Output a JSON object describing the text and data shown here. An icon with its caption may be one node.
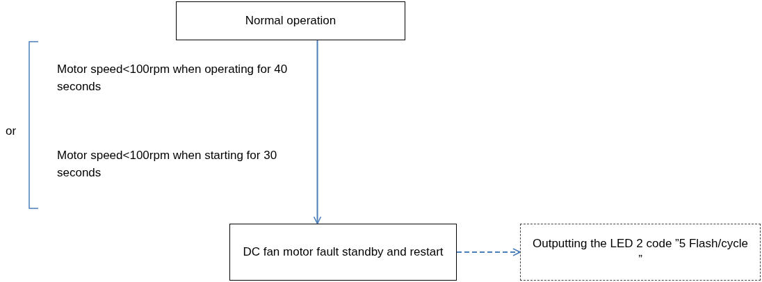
{
  "diagram": {
    "nodes": [
      {
        "text": [
          "Normal operation"
        ]
      },
      {
        "text": [
          "DC fan motor fault standby and restart"
        ]
      },
      {
        "text": [
          "Outputting the LED 2 code ”5 Flash/cycle ”"
        ]
      }
    ],
    "edges": [
      {
        "from": 0,
        "to": 1,
        "arrow": "to",
        "color": "#4a7ebb"
      },
      {
        "from": 1,
        "to": 2,
        "arrow": "to",
        "style": "dashed",
        "color": "#4a7ebb"
      }
    ],
    "labels": [
      "Motor speed<100rpm when operating for 40 seconds",
      "Motor speed<100rpm when starting for 30 seconds",
      "or"
    ]
  }
}
